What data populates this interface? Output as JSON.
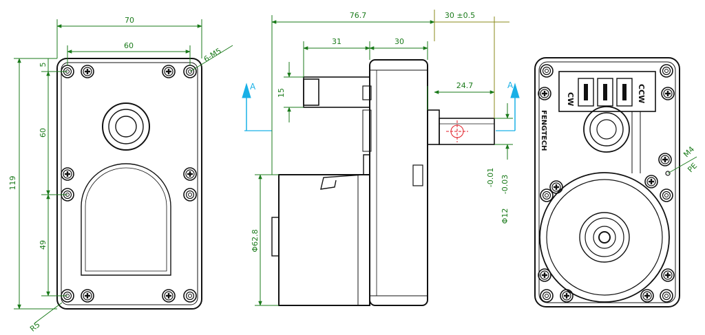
{
  "colors": {
    "outline": "#111111",
    "dimension": "#1a7a1a",
    "tolerance": "#8a8a1a",
    "section": "#19b0e6",
    "center_mark": "#e01b24",
    "background": "#ffffff"
  },
  "front_view": {
    "width_overall": "70",
    "width_holes": "60",
    "hole_callout": "6-M5",
    "height_overall": "119",
    "edge_offset": "5",
    "upper_spacing": "60",
    "lower_spacing": "49",
    "corner_radius": "R5"
  },
  "side_view": {
    "length_overall": "76.7",
    "shaft_length": "30 ±0.5",
    "rear_shaft_length": "31",
    "body_width": "30",
    "rear_shaft_height": "15",
    "shaft_offset": "24.7",
    "shaft_tolerance_upper": "-0.01",
    "shaft_tolerance_lower": "-0.03",
    "shaft_diameter": "Φ12",
    "motor_diameter": "Φ62.8",
    "section_marker_left": "A",
    "section_marker_right": "A"
  },
  "rear_view": {
    "label_cw": "CW",
    "label_ccw": "CCW",
    "brand": "FENGTECH",
    "ground_thread": "M4",
    "ground_label": "PE"
  }
}
